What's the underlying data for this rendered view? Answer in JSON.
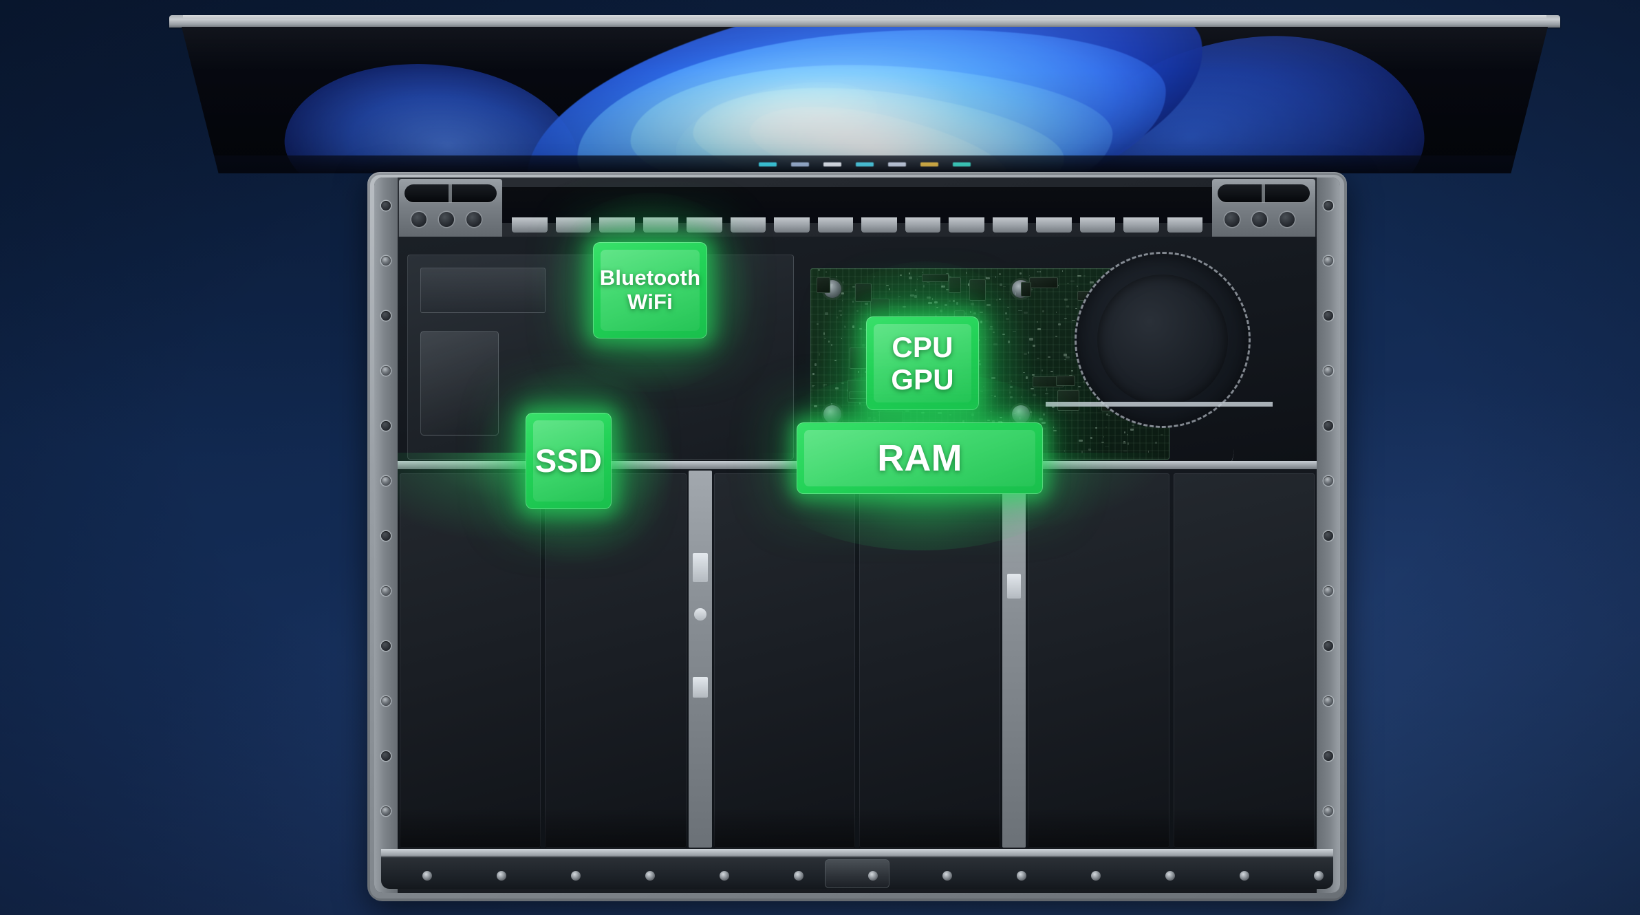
{
  "scene": {
    "title": "Laptop internal components annotated",
    "device": "laptop",
    "background_color": "#122a52",
    "accent_color": "#22d257"
  },
  "screen": {
    "wallpaper_name": "windows-11-bloom",
    "wallpaper_colors": [
      "#6ea8ff",
      "#2f6ef0",
      "#1b3fbd",
      "#0b1f6e"
    ],
    "taskbar": {
      "icons": [
        {
          "name": "taskbar-icon-1",
          "color": "#3fd3e8"
        },
        {
          "name": "taskbar-icon-2",
          "color": "#9fb6d8"
        },
        {
          "name": "taskbar-icon-3",
          "color": "#e6ecf5"
        },
        {
          "name": "taskbar-icon-4",
          "color": "#4fd0e8"
        },
        {
          "name": "taskbar-icon-5",
          "color": "#c9d4e8"
        },
        {
          "name": "taskbar-icon-6",
          "color": "#e0b84a"
        },
        {
          "name": "taskbar-icon-7",
          "color": "#3fd8c8"
        }
      ]
    }
  },
  "labels": {
    "bluetooth_wifi": {
      "line1": "Bluetooth",
      "line2": "WiFi",
      "color": "#22d257"
    },
    "cpu_gpu": {
      "line1": "CPU",
      "line2": "GPU",
      "color": "#22d257"
    },
    "ram": {
      "line1": "RAM",
      "color": "#22d257"
    },
    "ssd": {
      "line1": "SSD",
      "color": "#22d257"
    }
  },
  "components": {
    "fan": "cooling-fan",
    "battery_cells": [
      "battery-cell-1",
      "battery-cell-2",
      "battery-cell-3",
      "battery-cell-4"
    ],
    "motherboard": "mainboard-pcb",
    "heatpipe": "heat-pipe",
    "hinges": [
      "hinge-left",
      "hinge-right"
    ],
    "vent": "rear-vent"
  }
}
